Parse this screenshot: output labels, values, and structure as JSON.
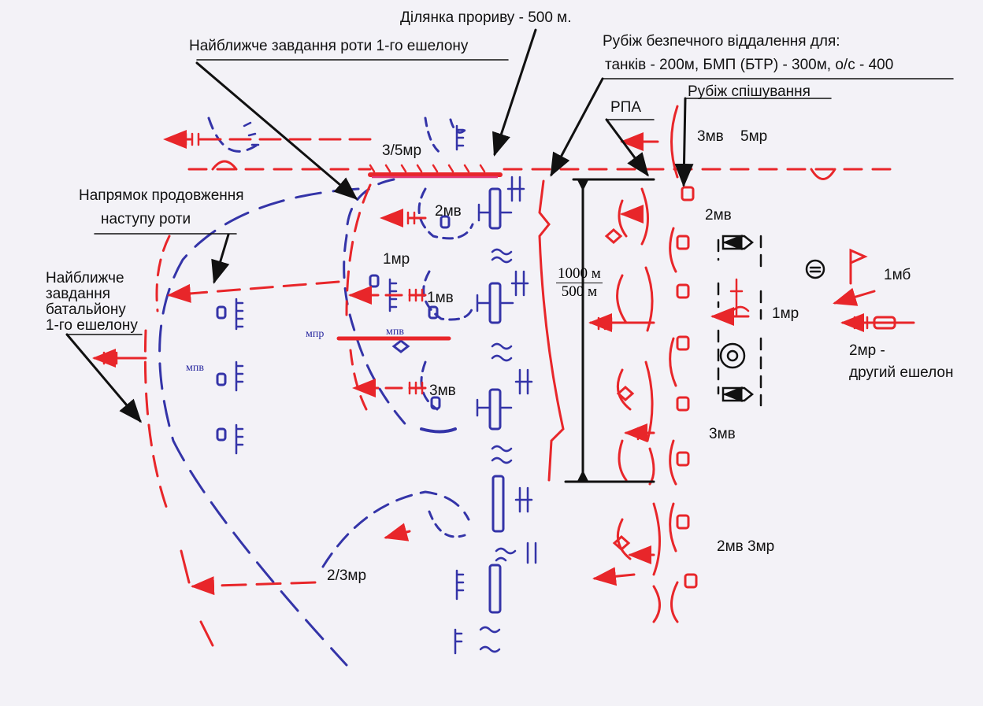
{
  "colors": {
    "red": "#e8262a",
    "blue": "#3434a8",
    "black": "#111111",
    "pink": "#e23a78",
    "background": "#f3f2f7"
  },
  "callouts": {
    "breakthrough": "Ділянка прориву - 500 м.",
    "company_task": "Найближче завдання роти 1-го ешелону",
    "safe_distance_line1": "Рубіж безпечного віддалення для:",
    "safe_distance_line2": "танків - 200м, БМП (БТР) - 300м, о/с  - 400",
    "rpa": "РПА",
    "dismount_line": "Рубіж спішування",
    "continue_line1": "Напрямок продовження",
    "continue_line2": "наступу роти",
    "battalion_task": [
      "Найближче",
      "завдання",
      "батальйону",
      "1-го ешелону"
    ]
  },
  "units": {
    "u_3_5mr": "3/5мр",
    "u_2mv_center": "2мв",
    "u_1mr_center": "1мр",
    "u_1mv_center": "1мв",
    "u_3mv_center": "3мв",
    "mpr": "мпр",
    "mpv_center": "мпв",
    "mpv_left": "мпв",
    "u_2_3mr": "2/3мр",
    "u_3mv_top": "3мв",
    "u_5mr_top": "5мр",
    "u_2mv_right": "2мв",
    "u_1mr_right": "1мр",
    "u_3mv_right": "3мв",
    "u_2mv_3mr": "2мв 3мр",
    "u_1mb": "1мб",
    "u_2mr_line1": "2мр -",
    "u_2mr_line2": "другий ешелон"
  },
  "distance": {
    "top": "1000 м",
    "bottom": "500 м"
  }
}
